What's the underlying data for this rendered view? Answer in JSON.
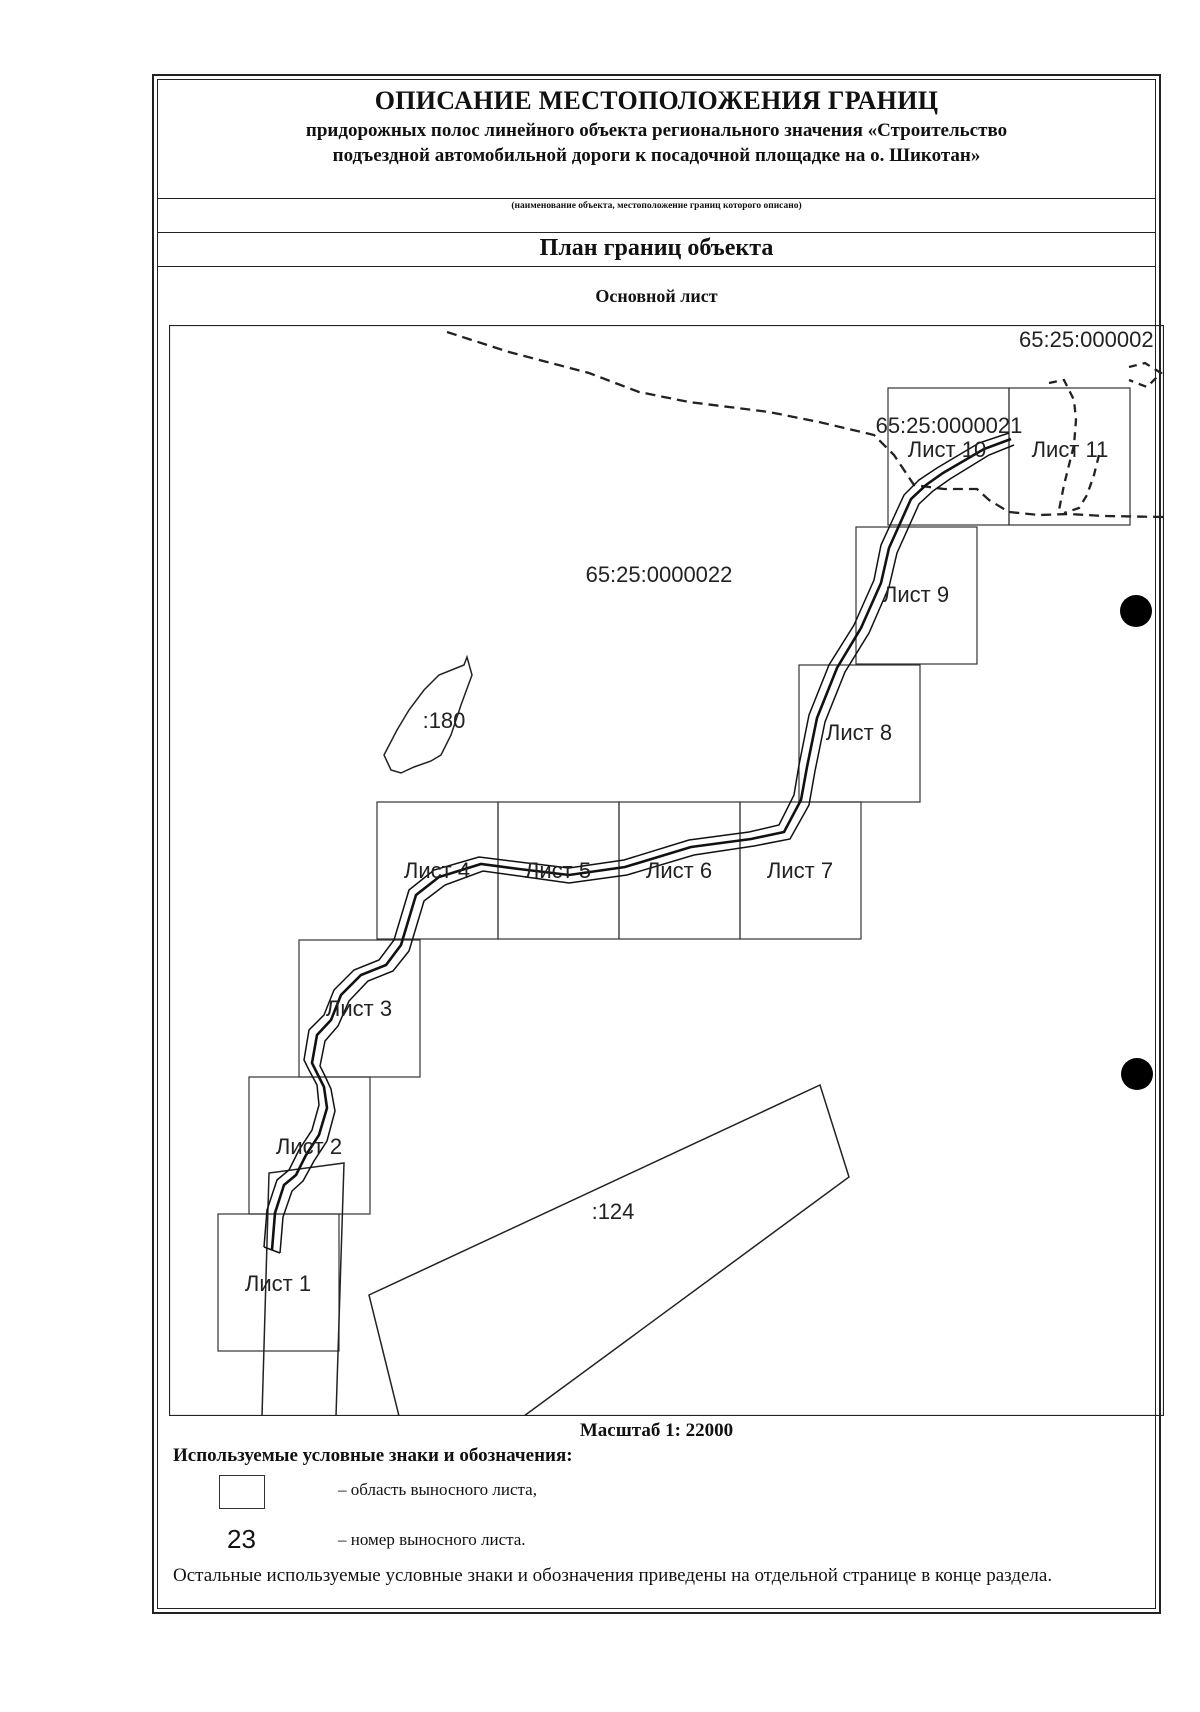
{
  "header": {
    "title": "ОПИСАНИЕ МЕСТОПОЛОЖЕНИЯ ГРАНИЦ",
    "subtitle_line1": "придорожных полос линейного объекта регионального значения «Строительство",
    "subtitle_line2": "подъездной автомобильной дороги к посадочной площадке на о. Шикотан»",
    "caption": "(наименование объекта, местоположение границ которого описано)",
    "plan_title": "План границ объекта",
    "sheet_title": "Основной лист"
  },
  "map": {
    "parcels": [
      {
        "id": "parcel-22",
        "label": "65:25:0000022"
      },
      {
        "id": "parcel-21",
        "label": "65:25:0000021"
      },
      {
        "id": "parcel-2-partial",
        "label": "65:25:000002"
      },
      {
        "id": "parcel-180",
        "label": ":180"
      },
      {
        "id": "parcel-124",
        "label": ":124"
      }
    ],
    "sheets": [
      "Лист 1",
      "Лист 2",
      "Лист 3",
      "Лист 4",
      "Лист 5",
      "Лист 6",
      "Лист 7",
      "Лист 8",
      "Лист 9",
      "Лист 10",
      "Лист 11"
    ]
  },
  "footer": {
    "scale": "Масштаб 1: 22000",
    "legend_title": "Используемые условные знаки и обозначения:",
    "legend_items": [
      {
        "symbol": "box",
        "text": "– область выносного листа,"
      },
      {
        "symbol": "23",
        "text": "– номер выносного листа."
      }
    ],
    "note": "Остальные используемые условные знаки и обозначения приведены на отдельной странице в конце раздела."
  },
  "colors": {
    "ink": "#222222",
    "paper": "#ffffff"
  }
}
